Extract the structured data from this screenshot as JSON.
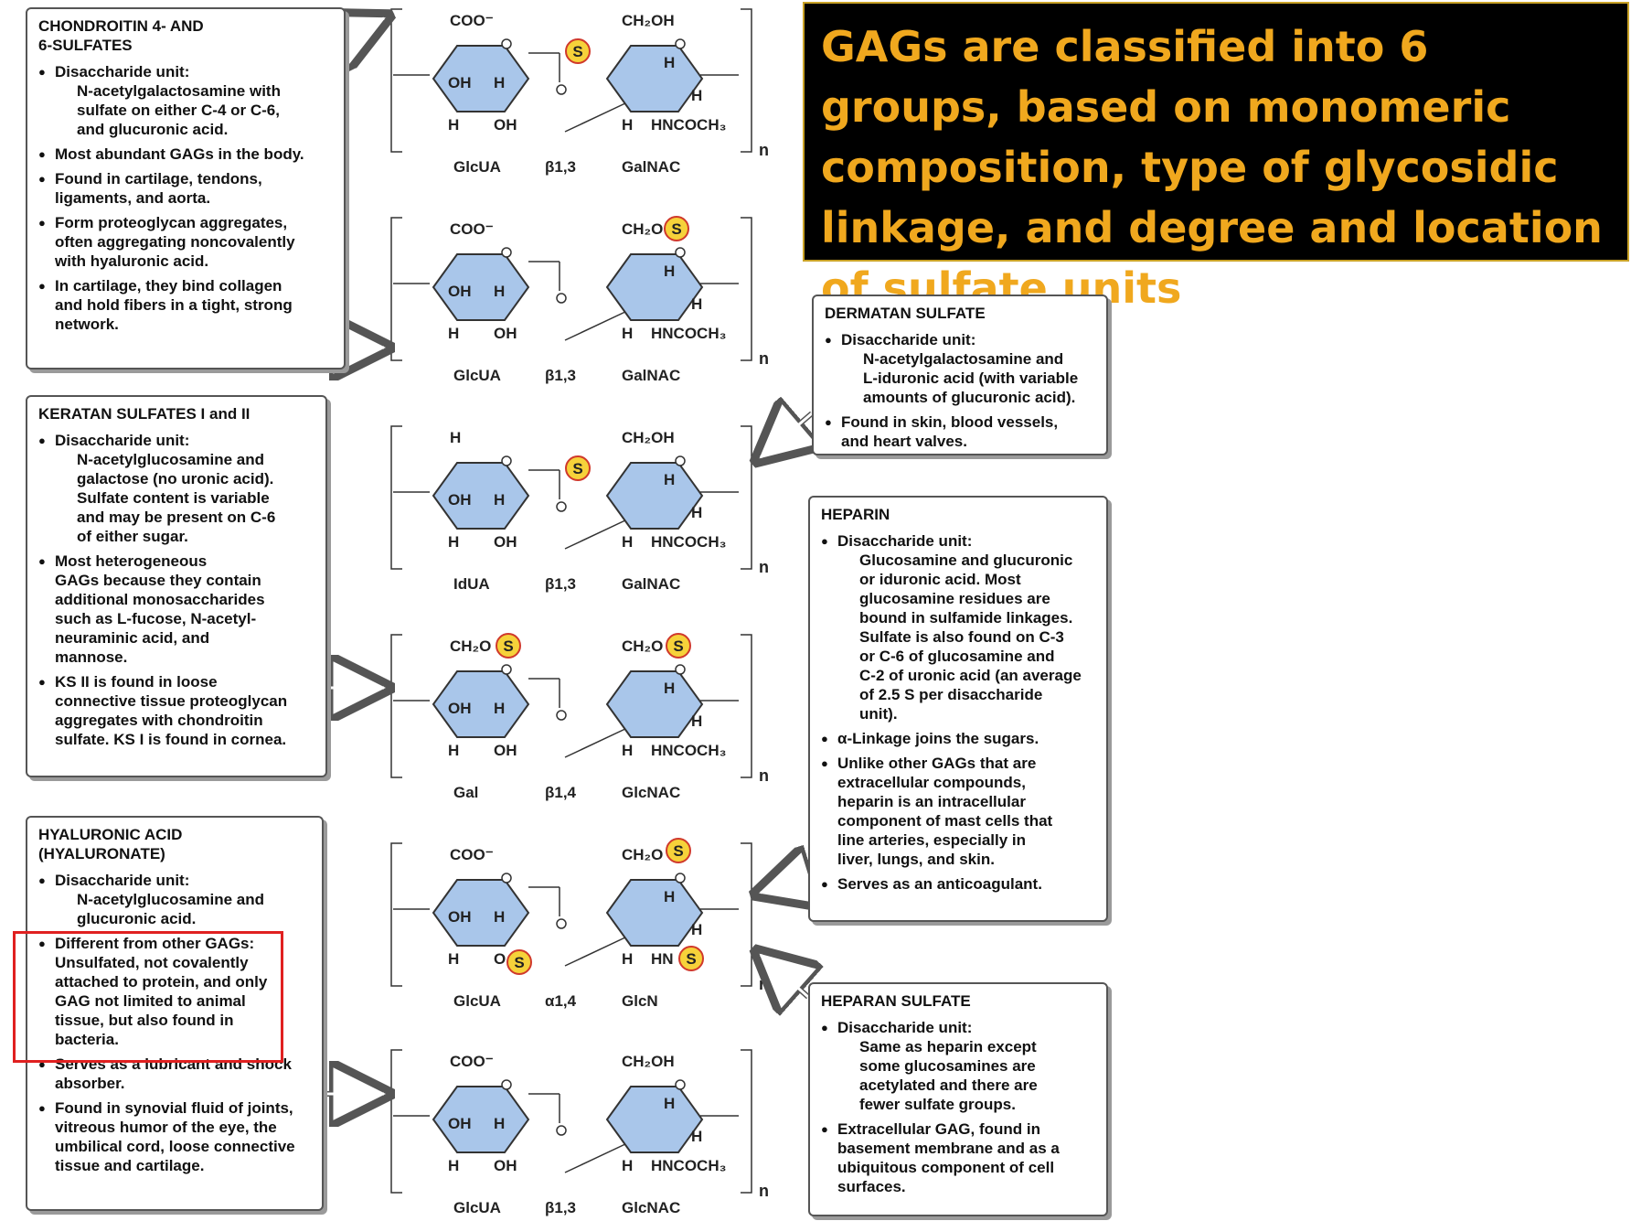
{
  "banner": {
    "text": "GAGs are classified into 6 groups, based on monomeric composition, type of glycosidic linkage, and degree and location of sulfate units"
  },
  "colors": {
    "banner_bg": "#000000",
    "banner_text": "#f0a81e",
    "ring_fill": "#a9c6ea",
    "sulfate": "#f6d23a",
    "highlight": "#e02020"
  },
  "boxes": {
    "chondroitin": {
      "title": "CHONDROITIN 4- AND\n6-SULFATES",
      "bullets": [
        {
          "lead": "Disaccharide unit:",
          "sub": "N-acetylgalactosamine with\nsulfate on either C-4 or C-6,\nand glucuronic acid."
        },
        {
          "lead": "Most abundant GAGs in the body.",
          "sub": ""
        },
        {
          "lead": "Found in cartilage, tendons,\nligaments, and aorta.",
          "sub": ""
        },
        {
          "lead": "Form proteoglycan aggregates,\noften aggregating noncovalently\nwith hyaluronic acid.",
          "sub": ""
        },
        {
          "lead": "In cartilage, they bind collagen\nand hold fibers in a tight, strong\nnetwork.",
          "sub": ""
        }
      ]
    },
    "keratan": {
      "title": "KERATAN SULFATES I and II",
      "bullets": [
        {
          "lead": "Disaccharide unit:",
          "sub": "N-acetylglucosamine and\ngalactose (no uronic acid).\nSulfate content is variable\nand may be present on C-6\nof either sugar."
        },
        {
          "lead": "Most heterogeneous\nGAGs because they contain\nadditional monosaccharides\nsuch as L-fucose, N-acetyl-\nneuraminic acid, and\nmannose.",
          "sub": ""
        },
        {
          "lead": "KS II is found in loose\nconnective tissue proteoglycan\naggregates with chondroitin\nsulfate. KS I is found in cornea.",
          "sub": ""
        }
      ]
    },
    "hyaluronic": {
      "title": "HYALURONIC ACID\n(HYALURONATE)",
      "bullets": [
        {
          "lead": "Disaccharide unit:",
          "sub": "N-acetylglucosamine and\nglucuronic acid."
        },
        {
          "lead": "Different from other GAGs:\nUnsulfated, not covalently\nattached to protein, and only\nGAG not limited to animal\ntissue, but also found in\nbacteria.",
          "sub": ""
        },
        {
          "lead": "Serves as a lubricant and shock\nabsorber.",
          "sub": ""
        },
        {
          "lead": "Found in synovial fluid of joints,\nvitreous humor of the eye, the\numbilical cord, loose connective\ntissue and cartilage.",
          "sub": ""
        }
      ]
    },
    "dermatan": {
      "title": "DERMATAN SULFATE",
      "bullets": [
        {
          "lead": "Disaccharide unit:",
          "sub": "N-acetylgalactosamine and\nL-iduronic acid (with variable\namounts of glucuronic acid)."
        },
        {
          "lead": "Found in skin, blood vessels,\nand heart valves.",
          "sub": ""
        }
      ]
    },
    "heparin": {
      "title": "HEPARIN",
      "bullets": [
        {
          "lead": "Disaccharide unit:",
          "sub": "Glucosamine and glucuronic\nor iduronic acid.  Most\nglucosamine residues are\nbound in sulfamide linkages.\nSulfate is also found on C-3\nor C-6 of glucosamine and\nC-2 of uronic acid (an average\nof 2.5 S per disaccharide\nunit)."
        },
        {
          "lead": "α-Linkage joins the sugars.",
          "sub": ""
        },
        {
          "lead": "Unlike other GAGs that are\nextracellular compounds,\nheparin is an intracellular\ncomponent of mast cells that\nline arteries, especially in\nliver, lungs, and skin.",
          "sub": ""
        },
        {
          "lead": "Serves as an anticoagulant.",
          "sub": ""
        }
      ]
    },
    "heparan": {
      "title": "HEPARAN SULFATE",
      "bullets": [
        {
          "lead": "Disaccharide unit:",
          "sub": "Same as heparin except\nsome glucosamines are\nacetylated and there are\nfewer sulfate groups."
        },
        {
          "lead": "Extracellular GAG, found in\nbasement membrane and as a\nubiquitous component of cell\nsurfaces.",
          "sub": ""
        }
      ]
    }
  },
  "structures": [
    {
      "left_sugar": "GlcUA",
      "linkage": "β1,3",
      "right_sugar": "GalNAC",
      "left_top": "COO⁻",
      "right_top": "CH₂OH",
      "right_bottom": "HNCOCH₃",
      "left_bottom": "OH",
      "repeat": "n"
    },
    {
      "left_sugar": "GlcUA",
      "linkage": "β1,3",
      "right_sugar": "GalNAC",
      "left_top": "COO⁻",
      "right_top": "CH₂O",
      "right_bottom": "HNCOCH₃",
      "left_bottom": "OH",
      "repeat": "n"
    },
    {
      "left_sugar": "IdUA",
      "linkage": "β1,3",
      "right_sugar": "GalNAC",
      "left_top": "H",
      "right_top": "CH₂OH",
      "right_bottom": "HNCOCH₃",
      "left_bottom": "OH",
      "repeat": "n"
    },
    {
      "left_sugar": "Gal",
      "linkage": "β1,4",
      "right_sugar": "GlcNAC",
      "left_top": "CH₂O",
      "right_top": "CH₂O",
      "right_bottom": "HNCOCH₃",
      "left_bottom": "OH",
      "repeat": "n"
    },
    {
      "left_sugar": "GlcUA",
      "linkage": "α1,4",
      "right_sugar": "GlcN",
      "left_top": "COO⁻",
      "right_top": "CH₂O",
      "right_bottom": "HN",
      "left_bottom": "O",
      "repeat": "n"
    },
    {
      "left_sugar": "GlcUA",
      "linkage": "β1,3",
      "right_sugar": "GlcNAC",
      "left_top": "COO⁻",
      "right_top": "CH₂OH",
      "right_bottom": "HNCOCH₃",
      "left_bottom": "OH",
      "repeat": "n"
    }
  ],
  "sulfate_label": "S"
}
